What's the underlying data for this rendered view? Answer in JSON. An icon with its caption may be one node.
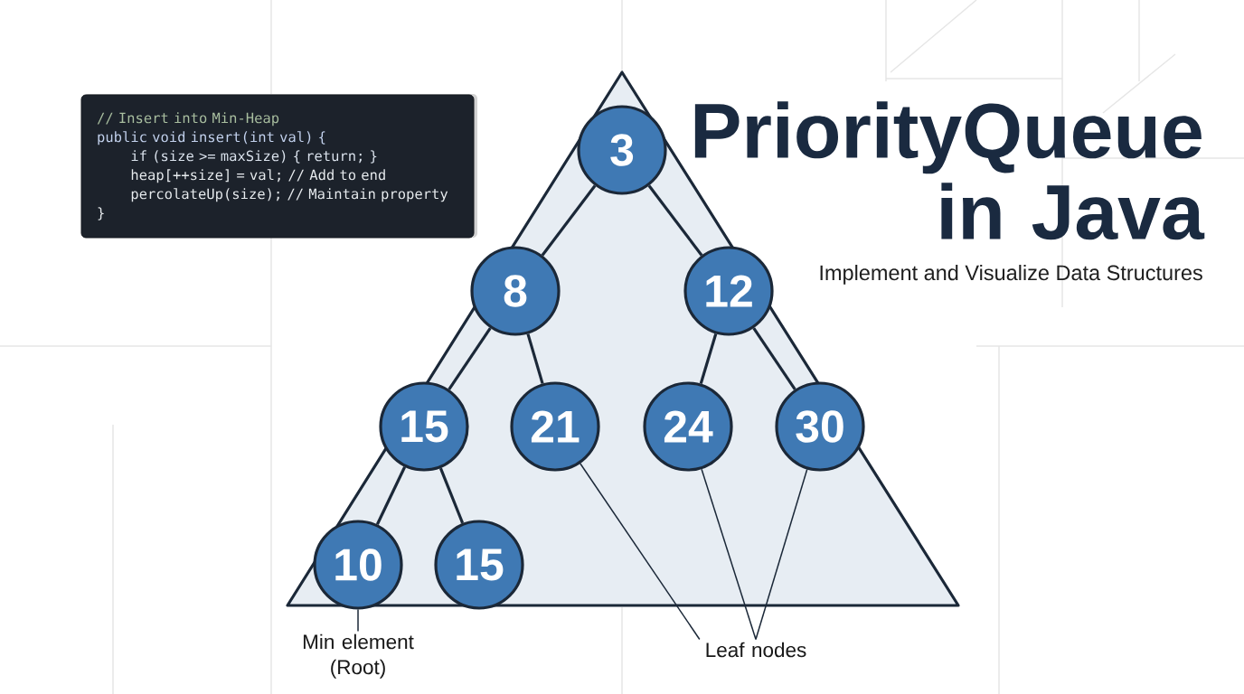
{
  "diagram": {
    "title": "PriorityQueue in Java",
    "nodes": [
      {
        "text": [
          "// Insert into Min-Heap",
          "public void insert(int val) {",
          "if (size >= maxSize) { return; }",
          "heap[++size] = val; // Add to end",
          "percolateUp(size); // Maintain property",
          "}"
        ]
      },
      {
        "text": [
          "3"
        ]
      },
      {
        "text": [
          "8"
        ]
      },
      {
        "text": [
          "12"
        ]
      },
      {
        "text": [
          "15"
        ]
      },
      {
        "text": [
          "21"
        ]
      },
      {
        "text": [
          "24"
        ]
      },
      {
        "text": [
          "30"
        ]
      },
      {
        "text": [
          "10"
        ]
      },
      {
        "text": [
          "15"
        ]
      },
      {
        "text": [
          "Min element (Root)"
        ]
      },
      {
        "text": [
          "Leaf nodes"
        ]
      }
    ],
    "edges": [
      {
        "from": 1,
        "to": 2,
        "arrow": "none"
      },
      {
        "from": 1,
        "to": 3,
        "arrow": "none"
      },
      {
        "from": 2,
        "to": 4,
        "arrow": "none"
      },
      {
        "from": 2,
        "to": 5,
        "arrow": "none"
      },
      {
        "from": 3,
        "to": 6,
        "arrow": "none"
      },
      {
        "from": 3,
        "to": 7,
        "arrow": "none"
      },
      {
        "from": 4,
        "to": 8,
        "arrow": "none"
      },
      {
        "from": 4,
        "to": 9,
        "arrow": "none"
      },
      {
        "from": 10,
        "to": 8,
        "arrow": "none"
      },
      {
        "from": 11,
        "to": 5,
        "arrow": "none"
      },
      {
        "from": 11,
        "to": 6,
        "arrow": "none"
      },
      {
        "from": 11,
        "to": 7,
        "arrow": "none"
      }
    ],
    "labels": [
      "Implement and Visualize Data Structures"
    ]
  }
}
